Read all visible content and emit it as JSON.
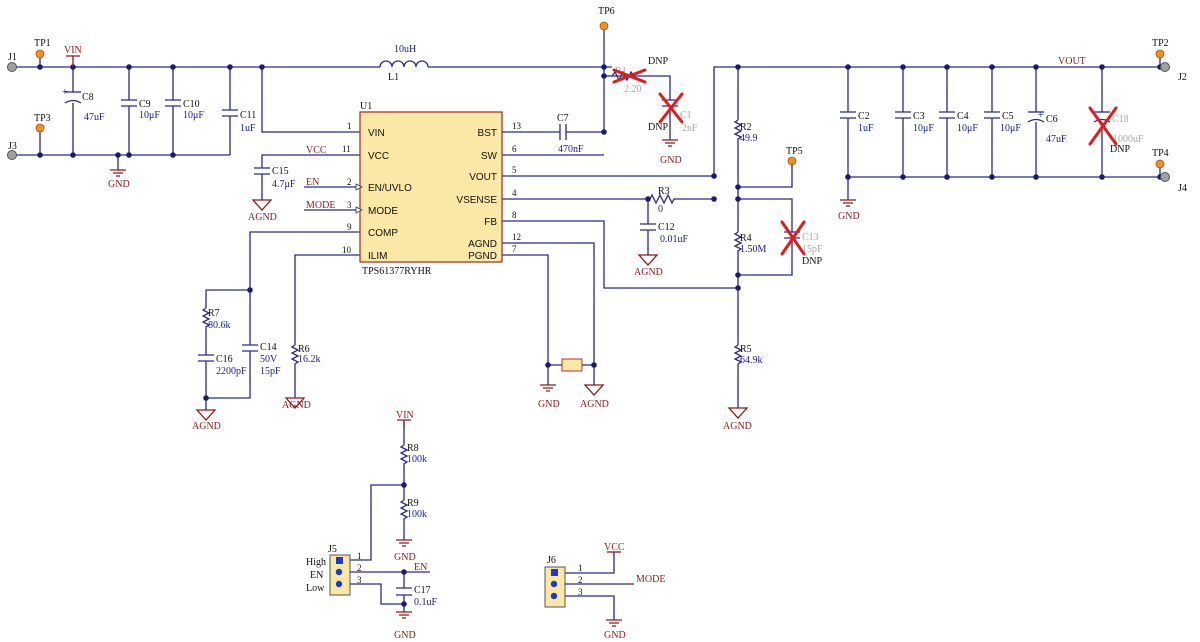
{
  "ic": {
    "ref": "U1",
    "part": "TPS61377RYHR",
    "left_pins": [
      {
        "num": "1",
        "name": "VIN"
      },
      {
        "num": "11",
        "name": "VCC"
      },
      {
        "num": "2",
        "name": "EN/UVLO"
      },
      {
        "num": "3",
        "name": "MODE"
      },
      {
        "num": "9",
        "name": "COMP"
      },
      {
        "num": "10",
        "name": "ILIM"
      }
    ],
    "right_pins": [
      {
        "num": "13",
        "name": "BST"
      },
      {
        "num": "6",
        "name": "SW"
      },
      {
        "num": "5",
        "name": "VOUT"
      },
      {
        "num": "4",
        "name": "VSENSE"
      },
      {
        "num": "8",
        "name": "FB"
      },
      {
        "num": "12",
        "name": "AGND"
      },
      {
        "num": "7",
        "name": "PGND"
      }
    ]
  },
  "connectors": {
    "j1": "J1",
    "j2": "J2",
    "j3": "J3",
    "j4": "J4",
    "j5": "J5",
    "j6": "J6"
  },
  "testpoints": {
    "tp1": "TP1",
    "tp2": "TP2",
    "tp3": "TP3",
    "tp4": "TP4",
    "tp5": "TP5",
    "tp6": "TP6"
  },
  "nets": {
    "vin": "VIN",
    "vout": "VOUT",
    "gnd": "GND",
    "agnd": "AGND",
    "vcc": "VCC",
    "en": "EN",
    "mode": "MODE"
  },
  "parts": {
    "l1": {
      "ref": "L1",
      "value": "10uH"
    },
    "c8": {
      "ref": "C8",
      "value": "47uF"
    },
    "c9": {
      "ref": "C9",
      "value": "10μF"
    },
    "c10": {
      "ref": "C10",
      "value": "10μF"
    },
    "c11": {
      "ref": "C11",
      "value": "1uF"
    },
    "c15": {
      "ref": "C15",
      "value": "4.7μF"
    },
    "c7": {
      "ref": "C7",
      "value": "470nF"
    },
    "r1": {
      "ref": "R1",
      "value": "2.20"
    },
    "c1": {
      "ref": "C1",
      "value": "2nF"
    },
    "r3": {
      "ref": "R3",
      "value": "0"
    },
    "c12": {
      "ref": "C12",
      "value": "0.01uF"
    },
    "r2": {
      "ref": "R2",
      "value": "49.9"
    },
    "r4": {
      "ref": "R4",
      "value": "1.50M"
    },
    "c13": {
      "ref": "C13",
      "value": "15pF"
    },
    "r5": {
      "ref": "R5",
      "value": "64.9k"
    },
    "c2": {
      "ref": "C2",
      "value": "1uF"
    },
    "c3": {
      "ref": "C3",
      "value": "10μF"
    },
    "c4": {
      "ref": "C4",
      "value": "10μF"
    },
    "c5": {
      "ref": "C5",
      "value": "10μF"
    },
    "c6": {
      "ref": "C6",
      "value": "47uF"
    },
    "c18": {
      "ref": "C18",
      "value": "1000uF"
    },
    "r7": {
      "ref": "R7",
      "value": "80.6k"
    },
    "c16": {
      "ref": "C16",
      "value": "2200pF"
    },
    "c14": {
      "ref": "C14",
      "value1": "50V",
      "value2": "15pF"
    },
    "r6": {
      "ref": "R6",
      "value": "16.2k"
    },
    "r8": {
      "ref": "R8",
      "value": "100k"
    },
    "r9": {
      "ref": "R9",
      "value": "100k"
    },
    "c17": {
      "ref": "C17",
      "value": "0.1uF"
    }
  },
  "dnp_label": "DNP",
  "j5_labels": {
    "high": "High",
    "en": "EN",
    "low": "Low"
  },
  "header_pins": [
    "1",
    "2",
    "3"
  ]
}
